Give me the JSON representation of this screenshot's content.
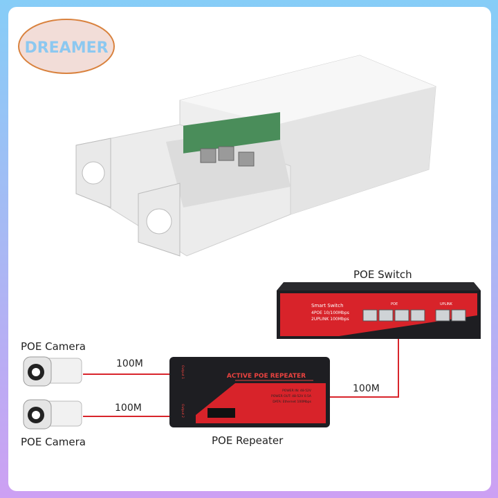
{
  "logo": {
    "text": "DREAMER",
    "fill": "#f2ddd8",
    "border": "#d9823e",
    "text_color": "#8cc8f0"
  },
  "frame": {
    "top_color": "#86cdf7",
    "bottom_color": "#cda0f3"
  },
  "diagram": {
    "switch": {
      "title": "POE Switch",
      "brand": "Smart Switch",
      "spec1": "4POE 10/100Mbps",
      "spec2": "2UPLINK 100Mbps",
      "poe_group": "POE",
      "uplink_group": "UPLINK"
    },
    "repeater": {
      "title": "POE Repeater",
      "heading": "ACTIVE POE REPEATER",
      "line1": "POWER IN: 48-52V",
      "line2": "POWER OUT: 48-52V 0.5A",
      "line3": "DATA: Ethernet 100Mbps",
      "output1": "Output 1",
      "output2": "Output 2"
    },
    "camera_top": {
      "label": "POE Camera",
      "speed": "100M"
    },
    "camera_bottom": {
      "label": "POE Camera",
      "speed": "100M"
    },
    "uplink_speed": "100M",
    "colors": {
      "red": "#d8232a",
      "dark": "#1e1e22"
    }
  }
}
